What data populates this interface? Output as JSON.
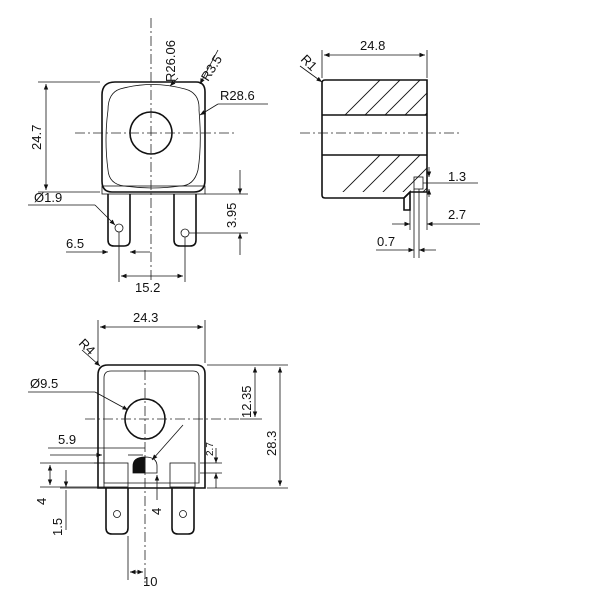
{
  "dimensions": {
    "front": {
      "r26": "R26.06",
      "r35": "R3.5",
      "r286": "R28.6",
      "h247": "24.7",
      "d19": "Ø1.9",
      "h395": "3.95",
      "w65": "6.5",
      "w152": "15.2"
    },
    "side": {
      "r1": "R1",
      "w248": "24.8",
      "t13": "1.3",
      "t27": "2.7",
      "t07": "0.7"
    },
    "bottom": {
      "w243": "24.3",
      "r4": "R4",
      "d95": "Ø9.5",
      "h1235": "12.35",
      "h283": "28.3",
      "w59": "5.9",
      "small27": "2.7",
      "h4a": "4",
      "h15": "1.5",
      "h4b": "4",
      "w10": "10"
    }
  }
}
